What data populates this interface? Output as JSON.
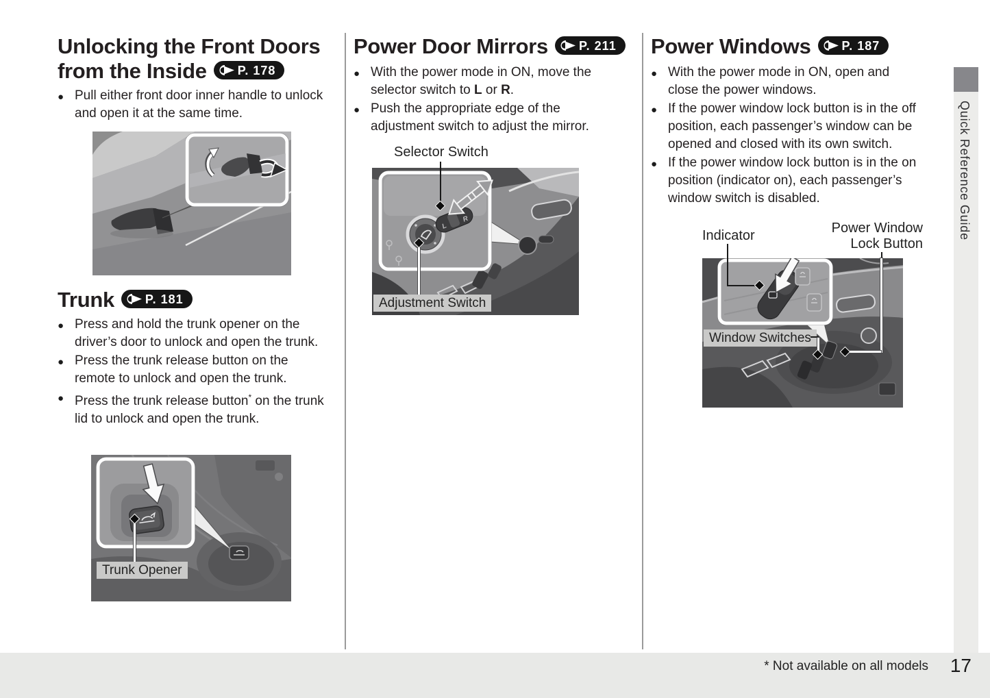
{
  "page": {
    "sidebar_tab": "Quick Reference Guide",
    "footer_note": "* Not available on all models",
    "page_number": "17"
  },
  "colors": {
    "tab_square": "#87878b",
    "sidebar_strip": "#ececea",
    "footer_bg": "#e8e9e7",
    "badge_bg": "#161616",
    "photo_label_bg": "#c9c9c8"
  },
  "sections": {
    "doors": {
      "title_line1": "Unlocking the Front Doors",
      "title_line2": "from the Inside",
      "ref": "P. 178",
      "bullets": [
        "Pull either front door inner handle to unlock and open it at the same time."
      ]
    },
    "trunk": {
      "title": "Trunk",
      "ref": "P. 181",
      "bullet1": "Press and hold the trunk opener on the driver’s door to unlock and open the trunk.",
      "bullet2": "Press the trunk release button on the remote to unlock and open the trunk.",
      "bullet3_pre": "Press the trunk release button",
      "bullet3_star": "*",
      "bullet3_post": " on the trunk lid to unlock and open the trunk.",
      "figure_label": "Trunk Opener"
    },
    "mirrors": {
      "title": "Power Door Mirrors",
      "ref": "P. 211",
      "bullet1_pre": "With the power mode in ON, move the selector switch to ",
      "bullet1_b1": "L",
      "bullet1_mid": " or ",
      "bullet1_b2": "R",
      "bullet1_post": ".",
      "bullet2": "Push the appropriate edge of the adjustment switch to adjust the mirror.",
      "label_selector": "Selector Switch",
      "label_adjustment": "Adjustment Switch",
      "inset_l": "L",
      "inset_r": "R"
    },
    "windows": {
      "title": "Power Windows",
      "ref": "P. 187",
      "bullets": [
        "With the power mode in ON, open and close the power windows.",
        "If the power window lock button is in the off position, each passenger’s window can be opened and closed with its own switch.",
        "If the power window lock button is in the on position (indicator on), each passenger’s window switch is disabled."
      ],
      "label_indicator": "Indicator",
      "label_lock": "Power Window Lock Button",
      "label_switches": "Window Switches"
    }
  }
}
